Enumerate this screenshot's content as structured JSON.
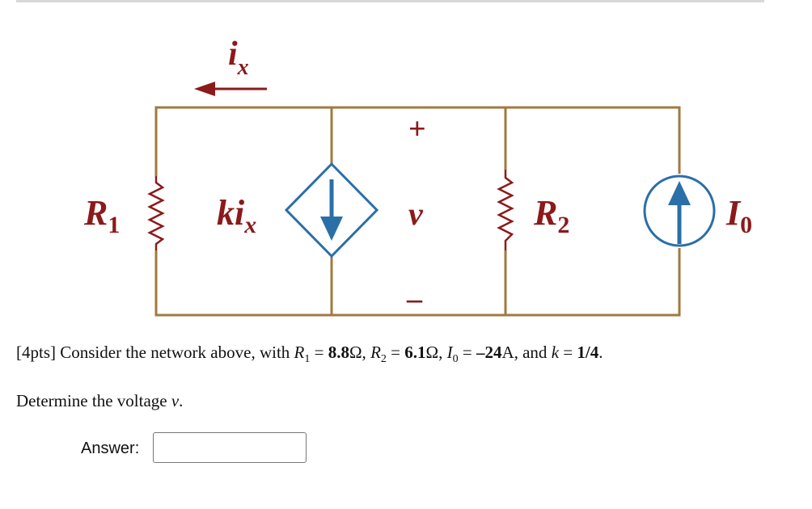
{
  "circuit": {
    "current_label": "i",
    "current_sub": "x",
    "r1_label": "R",
    "r1_sub": "1",
    "dep_source_k": "k",
    "dep_source_i": "i",
    "dep_source_sub": "x",
    "v_plus": "+",
    "v_label": "v",
    "v_minus": "–",
    "r2_label": "R",
    "r2_sub": "2",
    "io_label": "I",
    "io_sub": "0",
    "wire_color": "#a07a40",
    "label_color": "#8b1a1a",
    "source_color": "#2a6fa8"
  },
  "question": {
    "points": "[4pts]",
    "text_intro": "Consider the network above, with",
    "r1_var": "R",
    "r1_sub": "1",
    "r1_eq": "=",
    "r1_value": "8.8",
    "r1_unit": "Ω,",
    "r2_var": "R",
    "r2_sub": "2",
    "r2_eq": "=",
    "r2_value": "6.1",
    "r2_unit": "Ω,",
    "io_var": "I",
    "io_sub": "0",
    "io_eq": "=",
    "io_value": "–24",
    "io_unit": "A, and",
    "k_var": "k",
    "k_eq": "=",
    "k_value": "1/4",
    "end": "."
  },
  "determine": {
    "text": "Determine the voltage",
    "var": "v",
    "end": "."
  },
  "answer": {
    "label": "Answer:",
    "value": ""
  }
}
